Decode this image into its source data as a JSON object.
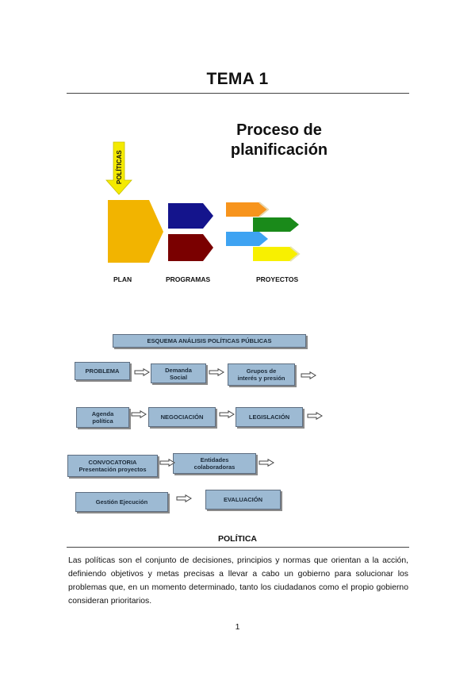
{
  "header": {
    "title": "TEMA 1"
  },
  "figure1": {
    "title": "Proceso de\nplanificación",
    "arrow_label": "POLÍTICAS",
    "labels": [
      "PLAN",
      "PROGRAMAS",
      "PROYECTOS"
    ],
    "colors": {
      "plan": "#f2b400",
      "arrow": "#f4ea00",
      "program_1": "#14148c",
      "program_2": "#7a0000",
      "project_orange": "#f7941d",
      "project_green": "#1a8a1a",
      "project_blue": "#3ea3f2",
      "project_yellow": "#f8f000"
    }
  },
  "figure2": {
    "title": "ESQUEMA ANÁLISIS POLÍTICAS PÚBLICAS",
    "row1": [
      "PROBLEMA",
      "Demanda\nSocial",
      "Grupos de\ninterés y presión"
    ],
    "row2": [
      "Agenda\npolítica",
      "NEGOCIACIÓN",
      "LEGISLACIÓN"
    ],
    "row3": [
      "CONVOCATORIA\nPresentación proyectos",
      "Entidades\ncolaboradoras"
    ],
    "row4": [
      "Gestión Ejecución",
      "EVALUACIÓN"
    ],
    "colors": {
      "box": "#9dbad3",
      "border": "#5d6d80"
    }
  },
  "section": {
    "heading": "POLÍTICA",
    "paragraph": "Las políticas son el conjunto de decisiones, principios y normas que orientan a la acción, definiendo objetivos y metas precisas a llevar a cabo un gobierno para solucionar los problemas que, en un momento determinado, tanto los ciudadanos como el propio gobierno consideran prioritarios."
  },
  "footer": {
    "page_number": "1"
  }
}
